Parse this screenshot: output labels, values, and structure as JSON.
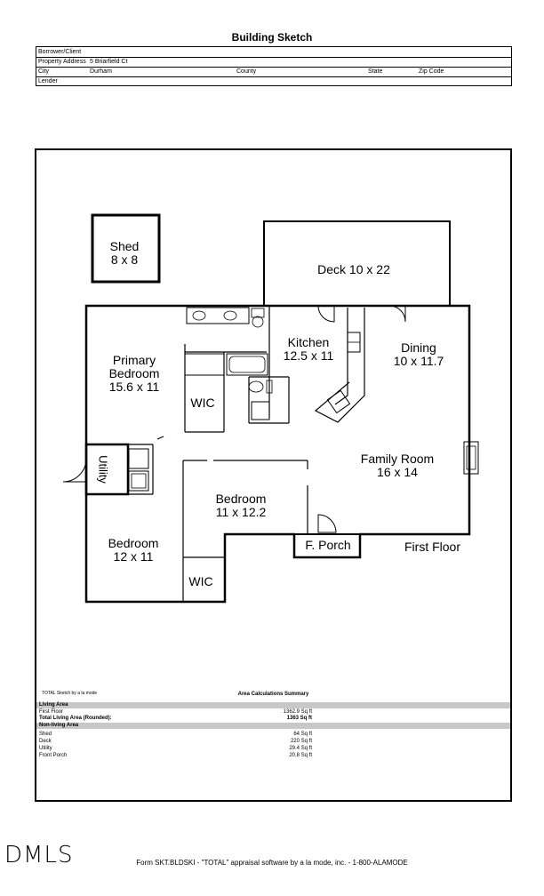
{
  "header": {
    "title": "Building Sketch",
    "borrower_label": "Borrower/Client",
    "borrower_value": "",
    "address_label": "Property Address",
    "address_value": "5 Briarfield Ct",
    "city_label": "City",
    "city_value": "Durham",
    "county_label": "County",
    "county_value": "",
    "state_label": "State",
    "state_value": "",
    "zip_label": "Zip Code",
    "zip_value": "",
    "lender_label": "Lender",
    "lender_value": ""
  },
  "sketch": {
    "rooms": {
      "shed": [
        "Shed",
        "8 x 8"
      ],
      "deck": [
        "Deck 10 x 22"
      ],
      "kitchen": [
        "Kitchen",
        "12.5 x 11"
      ],
      "dining": [
        "Dining",
        "10 x 11.7"
      ],
      "primary_bedroom": [
        "Primary",
        "Bedroom",
        "15.6 x 11"
      ],
      "wic_1": [
        "WIC"
      ],
      "utility": "Utility",
      "family_room": [
        "Family Room",
        "16 x 14"
      ],
      "bedroom_2": [
        "Bedroom",
        "11 x 12.2"
      ],
      "bedroom_3": [
        "Bedroom",
        "12 x 11"
      ],
      "wic_2": [
        "WIC"
      ],
      "front_porch": [
        "F. Porch"
      ]
    },
    "floor_label": "First Floor",
    "software_note": "TOTAL Sketch by a la mode"
  },
  "summary": {
    "title": "Area Calculations Summary",
    "living_header": "Living Area",
    "living_rows": [
      {
        "label": "First Floor",
        "value": "1362.9 Sq ft"
      },
      {
        "label": "Total Living Area (Rounded):",
        "value": "1363 Sq ft"
      }
    ],
    "nonliving_header": "Non-living Area",
    "nonliving_rows": [
      {
        "label": "Shed",
        "value": "64 Sq ft"
      },
      {
        "label": "Deck",
        "value": "220 Sq ft"
      },
      {
        "label": "Utility",
        "value": "29.4 Sq ft"
      },
      {
        "label": "Front Porch",
        "value": "20.8 Sq ft"
      }
    ]
  },
  "logo": "DMLS",
  "footer": "Form SKT.BLDSKI - \"TOTAL\" appraisal software by a la mode, inc. - 1-800-ALAMODE"
}
